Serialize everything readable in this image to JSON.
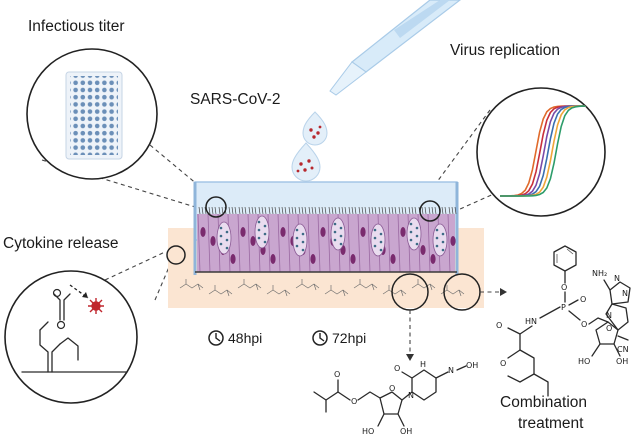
{
  "labels": {
    "infectious_titer": "Infectious titer",
    "virus": "SARS-CoV-2",
    "virus_replication": "Virus replication",
    "cytokine_release": "Cytokine release",
    "time_48": "48hpi",
    "time_72": "72hpi",
    "combination_line1": "Combination",
    "combination_line2": "treatment"
  },
  "chemistry": {
    "remdesivir": {
      "nh2": "NH₂",
      "n1": "N",
      "n2": "N",
      "n3": "N",
      "hn": "HN",
      "p": "P",
      "o_p": "O",
      "o1": "O",
      "o2": "O",
      "o3": "O",
      "o4": "O",
      "o5": "O",
      "cn": "CN",
      "ho": "HO",
      "oh": "OH"
    },
    "molnupiravir": {
      "n1": "N",
      "oh_n": "N",
      "o_sug": "O",
      "o1": "O",
      "o2": "O",
      "o3": "O",
      "noh": "OH",
      "hn": "H",
      "ho": "HO",
      "oh": "OH"
    }
  },
  "colors": {
    "tissue": "#c9a6cf",
    "nuclei": "#7a2b6e",
    "media": "#fbe5d2",
    "insert": "#dcebf8",
    "virus": "#b7282e",
    "plate_well": "#6b8fb8",
    "curves": [
      "#e06a2b",
      "#c9303c",
      "#7a4aa8",
      "#3a6fb0",
      "#f0a63a",
      "#2d9c6a"
    ]
  },
  "icons": [
    "pipette-icon",
    "clock-icon",
    "cytokine-icon",
    "well-plate-icon"
  ]
}
